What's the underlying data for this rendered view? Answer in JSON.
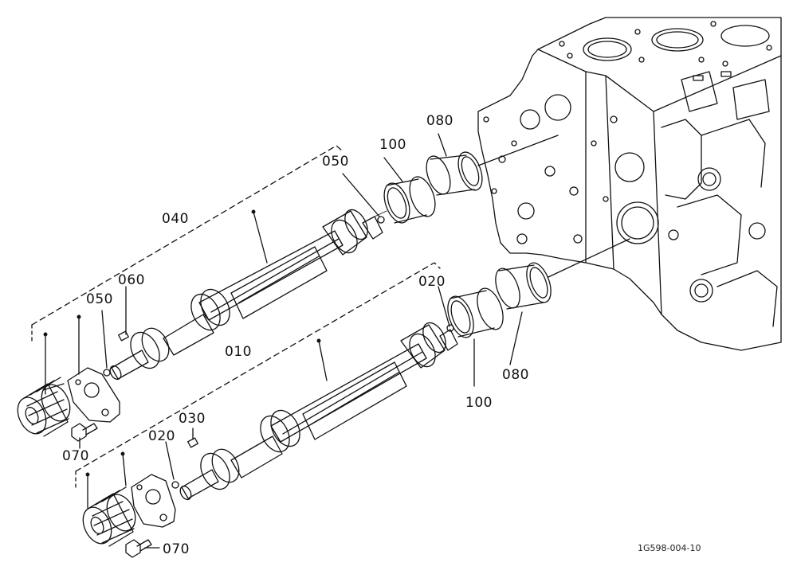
{
  "diagram": {
    "callouts": {
      "c040": "040",
      "c050_top": "050",
      "c100_top": "100",
      "c080_top": "080",
      "c060": "060",
      "c050_left": "050",
      "c010": "010",
      "c020_mid": "020",
      "c100_bottom": "100",
      "c080_bottom": "080",
      "c070_top": "070",
      "c030": "030",
      "c020_bottom": "020",
      "c070_bottom": "070"
    },
    "drawing_code": "1G598-004-10"
  }
}
